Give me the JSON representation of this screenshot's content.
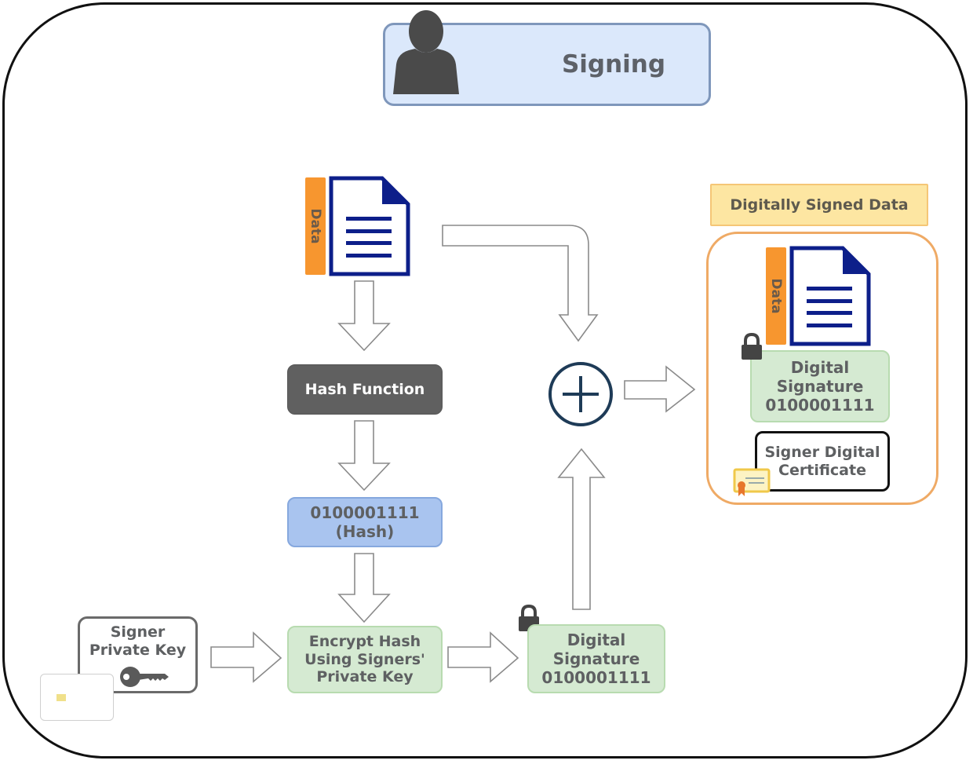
{
  "diagram": {
    "title": "Signing",
    "data_tag": "Data",
    "hash_function": "Hash Function",
    "hash_box": {
      "line1": "0100001111",
      "line2": "(Hash)"
    },
    "encrypt_box": {
      "line1": "Encrypt Hash",
      "line2": "Using Signers'",
      "line3": "Private Key"
    },
    "private_key_box": {
      "line1": "Signer",
      "line2": "Private Key"
    },
    "digital_signature": {
      "line1": "Digital",
      "line2": "Signature",
      "line3": "0100001111"
    },
    "signed_data_label": "Digitally Signed Data",
    "signed_data": {
      "data_tag": "Data",
      "signature": {
        "line1": "Digital",
        "line2": "Signature",
        "line3": "0100001111"
      },
      "certificate": {
        "line1": "Signer Digital",
        "line2": "Certificate"
      }
    },
    "icons": [
      "user-icon",
      "document-icon",
      "plus-circle-icon",
      "lock-icon",
      "key-icon",
      "smart-card-icon",
      "certificate-icon"
    ],
    "colors": {
      "title_fill": "#dbe8fb",
      "title_border": "#7f97bb",
      "hash_function_fill": "#606060",
      "hash_fill": "#a9c4ef",
      "green_fill": "#d5ead2",
      "data_tag": "#f7962f",
      "document_blue": "#0d1f8a",
      "signed_label_fill": "#fde6a2",
      "signed_container_border": "#efaa65",
      "plus_circle": "#1e3b57"
    }
  }
}
